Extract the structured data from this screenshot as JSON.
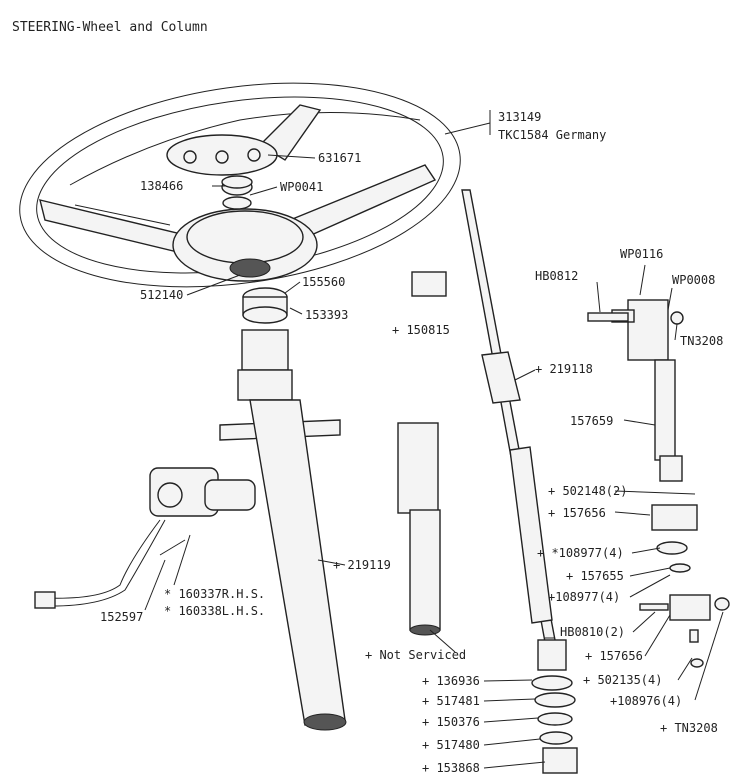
{
  "title": "STEERING-Wheel and Column",
  "labels": [
    {
      "id": "p313149",
      "text": "313149"
    },
    {
      "id": "tkc1584",
      "text": "TKC1584 Germany"
    },
    {
      "id": "p631671",
      "text": "631671"
    },
    {
      "id": "p138466",
      "text": "138466"
    },
    {
      "id": "wp0041",
      "text": "WP0041"
    },
    {
      "id": "p155560",
      "text": "155560"
    },
    {
      "id": "p512140",
      "text": "512140"
    },
    {
      "id": "p153393",
      "text": "153393"
    },
    {
      "id": "p150815",
      "text": "+ 150815"
    },
    {
      "id": "p219118",
      "text": "+ 219118"
    },
    {
      "id": "hb0812",
      "text": "HB0812"
    },
    {
      "id": "wp0116",
      "text": "WP0116"
    },
    {
      "id": "wp0008",
      "text": "WP0008"
    },
    {
      "id": "tn3208a",
      "text": "TN3208"
    },
    {
      "id": "p157659",
      "text": "157659"
    },
    {
      "id": "p502148",
      "text": "+ 502148(2)"
    },
    {
      "id": "p157656a",
      "text": "+ 157656"
    },
    {
      "id": "p108977a",
      "text": "+ *108977(4)"
    },
    {
      "id": "p157655",
      "text": "+ 157655"
    },
    {
      "id": "p108977b",
      "text": "+108977(4)"
    },
    {
      "id": "hb0810",
      "text": "HB0810(2)"
    },
    {
      "id": "p157656b",
      "text": "+ 157656"
    },
    {
      "id": "p502135",
      "text": "+ 502135(4)"
    },
    {
      "id": "p108976",
      "text": "+108976(4)"
    },
    {
      "id": "tn3208b",
      "text": "+ TN3208"
    },
    {
      "id": "p219119",
      "text": "+ 219119"
    },
    {
      "id": "p160337",
      "text": "* 160337R.H.S."
    },
    {
      "id": "p160338",
      "text": "* 160338L.H.S."
    },
    {
      "id": "p152597",
      "text": "152597"
    },
    {
      "id": "notserviced",
      "text": "+ Not Serviced"
    },
    {
      "id": "p136936",
      "text": "+ 136936"
    },
    {
      "id": "p517481",
      "text": "+ 517481"
    },
    {
      "id": "p150376",
      "text": "+ 150376"
    },
    {
      "id": "p517480",
      "text": "+ 517480"
    },
    {
      "id": "p153868",
      "text": "+ 153868"
    }
  ]
}
